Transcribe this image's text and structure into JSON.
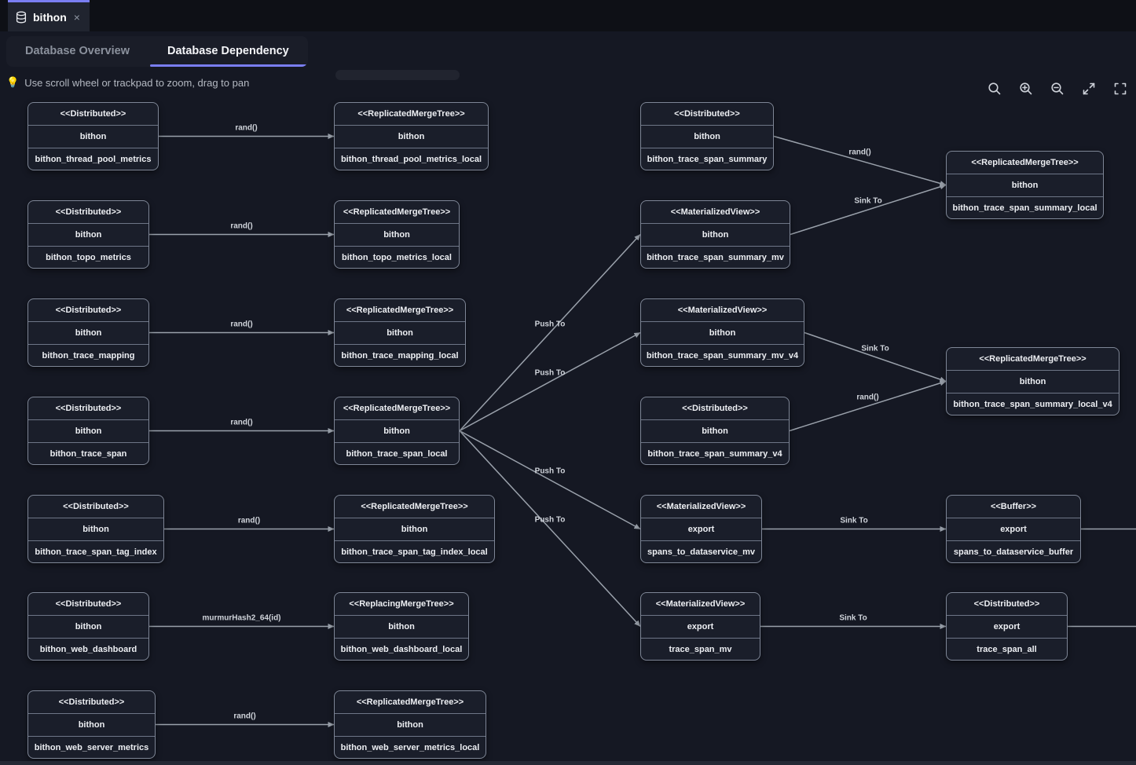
{
  "window": {
    "tab_title": "bithon",
    "close_glyph": "×"
  },
  "view_tabs": [
    {
      "label": "Database Overview",
      "active": false
    },
    {
      "label": "Database Dependency",
      "active": true
    }
  ],
  "hint": {
    "icon": "💡",
    "text": "Use scroll wheel or trackpad to zoom, drag to pan"
  },
  "toolbar": {
    "icons": [
      "search",
      "zoom-in",
      "zoom-out",
      "expand",
      "fullscreen"
    ]
  },
  "colors": {
    "accent": "#7a7ef2",
    "background": "#151823",
    "tabbar_background": "#0e1016",
    "node_fill": "#1a1e2a",
    "node_border": "#7e8696",
    "edge": "#9aa1ab"
  },
  "graph": {
    "nodes": [
      {
        "id": "L1",
        "type": "<<Distributed>>",
        "db": "bithon",
        "table": "bithon_thread_pool_metrics"
      },
      {
        "id": "L2",
        "type": "<<Distributed>>",
        "db": "bithon",
        "table": "bithon_topo_metrics"
      },
      {
        "id": "L3",
        "type": "<<Distributed>>",
        "db": "bithon",
        "table": "bithon_trace_mapping"
      },
      {
        "id": "L4",
        "type": "<<Distributed>>",
        "db": "bithon",
        "table": "bithon_trace_span"
      },
      {
        "id": "L5",
        "type": "<<Distributed>>",
        "db": "bithon",
        "table": "bithon_trace_span_tag_index"
      },
      {
        "id": "L6",
        "type": "<<Distributed>>",
        "db": "bithon",
        "table": "bithon_web_dashboard"
      },
      {
        "id": "L7",
        "type": "<<Distributed>>",
        "db": "bithon",
        "table": "bithon_web_server_metrics"
      },
      {
        "id": "M1",
        "type": "<<ReplicatedMergeTree>>",
        "db": "bithon",
        "table": "bithon_thread_pool_metrics_local"
      },
      {
        "id": "M2",
        "type": "<<ReplicatedMergeTree>>",
        "db": "bithon",
        "table": "bithon_topo_metrics_local"
      },
      {
        "id": "M3",
        "type": "<<ReplicatedMergeTree>>",
        "db": "bithon",
        "table": "bithon_trace_mapping_local"
      },
      {
        "id": "M4",
        "type": "<<ReplicatedMergeTree>>",
        "db": "bithon",
        "table": "bithon_trace_span_local"
      },
      {
        "id": "M5",
        "type": "<<ReplicatedMergeTree>>",
        "db": "bithon",
        "table": "bithon_trace_span_tag_index_local"
      },
      {
        "id": "M6",
        "type": "<<ReplacingMergeTree>>",
        "db": "bithon",
        "table": "bithon_web_dashboard_local"
      },
      {
        "id": "M7",
        "type": "<<ReplicatedMergeTree>>",
        "db": "bithon",
        "table": "bithon_web_server_metrics_local"
      },
      {
        "id": "R1",
        "type": "<<Distributed>>",
        "db": "bithon",
        "table": "bithon_trace_span_summary"
      },
      {
        "id": "R2",
        "type": "<<MaterializedView>>",
        "db": "bithon",
        "table": "bithon_trace_span_summary_mv"
      },
      {
        "id": "R3",
        "type": "<<MaterializedView>>",
        "db": "bithon",
        "table": "bithon_trace_span_summary_mv_v4"
      },
      {
        "id": "R4",
        "type": "<<Distributed>>",
        "db": "bithon",
        "table": "bithon_trace_span_summary_v4"
      },
      {
        "id": "R5",
        "type": "<<MaterializedView>>",
        "db": "export",
        "table": "spans_to_dataservice_mv"
      },
      {
        "id": "R6",
        "type": "<<MaterializedView>>",
        "db": "export",
        "table": "trace_span_mv"
      },
      {
        "id": "F1",
        "type": "<<ReplicatedMergeTree>>",
        "db": "bithon",
        "table": "bithon_trace_span_summary_local"
      },
      {
        "id": "F2",
        "type": "<<ReplicatedMergeTree>>",
        "db": "bithon",
        "table": "bithon_trace_span_summary_local_v4"
      },
      {
        "id": "F3",
        "type": "<<Buffer>>",
        "db": "export",
        "table": "spans_to_dataservice_buffer"
      },
      {
        "id": "F4",
        "type": "<<Distributed>>",
        "db": "export",
        "table": "trace_span_all"
      }
    ],
    "edges": [
      {
        "from": "L1",
        "to": "M1",
        "label": "rand()"
      },
      {
        "from": "L2",
        "to": "M2",
        "label": "rand()"
      },
      {
        "from": "L3",
        "to": "M3",
        "label": "rand()"
      },
      {
        "from": "L4",
        "to": "M4",
        "label": "rand()"
      },
      {
        "from": "L5",
        "to": "M5",
        "label": "rand()"
      },
      {
        "from": "L6",
        "to": "M6",
        "label": "murmurHash2_64(id)"
      },
      {
        "from": "L7",
        "to": "M7",
        "label": "rand()"
      },
      {
        "from": "M4",
        "to": "R2",
        "label": "Push To"
      },
      {
        "from": "M4",
        "to": "R3",
        "label": "Push To"
      },
      {
        "from": "M4",
        "to": "R5",
        "label": "Push To"
      },
      {
        "from": "M4",
        "to": "R6",
        "label": "Push To"
      },
      {
        "from": "R1",
        "to": "F1",
        "label": "rand()"
      },
      {
        "from": "R2",
        "to": "F1",
        "label": "Sink To"
      },
      {
        "from": "R3",
        "to": "F2",
        "label": "Sink To"
      },
      {
        "from": "R4",
        "to": "F2",
        "label": "rand()"
      },
      {
        "from": "R5",
        "to": "F3",
        "label": "Sink To"
      },
      {
        "from": "R6",
        "to": "F4",
        "label": "Sink To"
      },
      {
        "from": "F3",
        "to": null,
        "label": ""
      },
      {
        "from": "F4",
        "to": null,
        "label": ""
      }
    ]
  }
}
